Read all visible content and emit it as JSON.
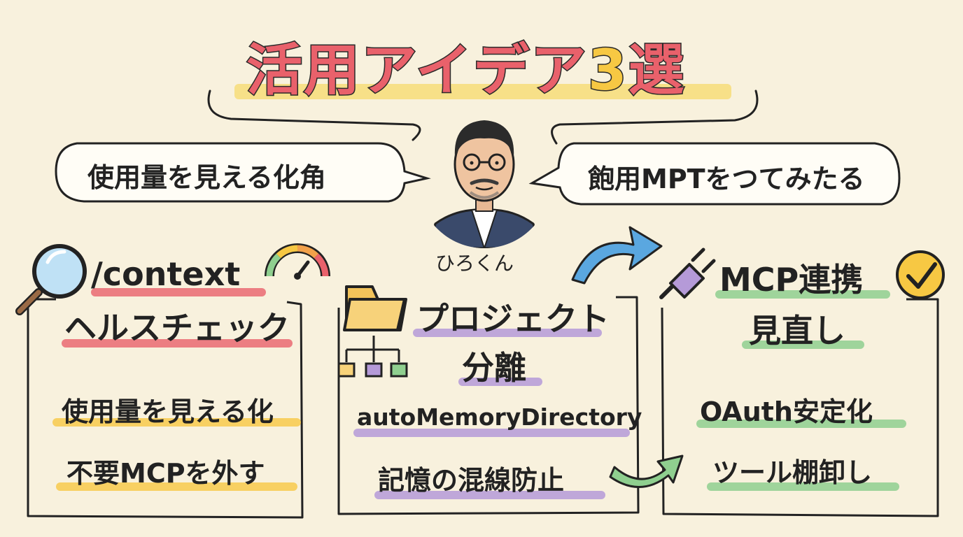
{
  "title": {
    "main": "活用アイデア",
    "number": "3",
    "suffix": "選"
  },
  "presenter": {
    "name": "ひろくん"
  },
  "bubbles": {
    "left": "使用量を見える化角",
    "right": "飽用MPTをつてみたる"
  },
  "cards": [
    {
      "heading_lines": [
        "/context",
        "ヘルスチェック"
      ],
      "items": [
        "使用量を見える化",
        "不要MCPを外す"
      ],
      "accent": "#e9616b"
    },
    {
      "heading_lines": [
        "プロジェクト",
        "分離"
      ],
      "items": [
        "autoMemoryDirectory",
        "記憶の混線防止"
      ],
      "accent": "#b59ad8"
    },
    {
      "heading_lines": [
        "MCP連携",
        "見直し"
      ],
      "items": [
        "OAuth安定化",
        "ツール棚卸し"
      ],
      "accent": "#8fcf8f"
    }
  ],
  "icons": [
    "magnifier-icon",
    "gauge-icon",
    "folder-icon",
    "folder-tree-icon",
    "plug-icon",
    "check-icon",
    "arrow-icon"
  ],
  "colors": {
    "background": "#f8f1dd",
    "title": "#e9616b",
    "yellow": "#f7c843",
    "red": "#e9616b",
    "purple": "#b59ad8",
    "green": "#8fcf8f",
    "arrow_blue": "#5aa7e0"
  }
}
